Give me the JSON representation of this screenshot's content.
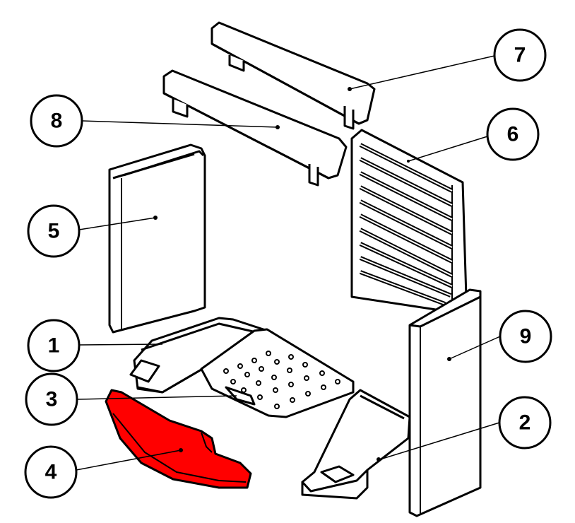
{
  "callouts": [
    {
      "id": "1",
      "label": "1"
    },
    {
      "id": "2",
      "label": "2"
    },
    {
      "id": "3",
      "label": "3"
    },
    {
      "id": "4",
      "label": "4"
    },
    {
      "id": "5",
      "label": "5"
    },
    {
      "id": "6",
      "label": "6"
    },
    {
      "id": "7",
      "label": "7"
    },
    {
      "id": "8",
      "label": "8"
    },
    {
      "id": "9",
      "label": "9"
    }
  ],
  "colors": {
    "highlight": "#ff0000",
    "line": "#000000",
    "part_fill": "#ffffff",
    "part_shade": "#d9d9d9"
  }
}
